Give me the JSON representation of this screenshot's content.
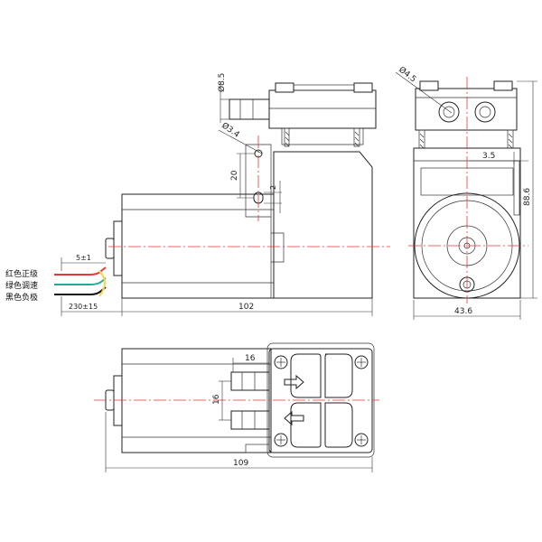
{
  "dimensions": {
    "diameter_8_5": "Ø8.5",
    "diameter_3_4": "Ø3.4",
    "dim_20": "20",
    "dim_2": "2",
    "dim_5_pm_1": "5±1",
    "dim_230_pm_15": "230±15",
    "dim_102": "102",
    "diameter_4_5": "Ø4.5",
    "dim_3_5": "3.5",
    "dim_88_6": "88.6",
    "dim_43_6": "43.6",
    "dim_16_top": "16",
    "dim_16_side": "16",
    "dim_109": "109"
  },
  "wire_labels": {
    "red": "红色正级",
    "green": "绿色调速",
    "black": "黑色负极"
  },
  "colors": {
    "wire_red": "#e53935",
    "wire_green": "#26a69a",
    "wire_black": "#111111",
    "center_line": "#e53935",
    "lines": "#222222"
  }
}
